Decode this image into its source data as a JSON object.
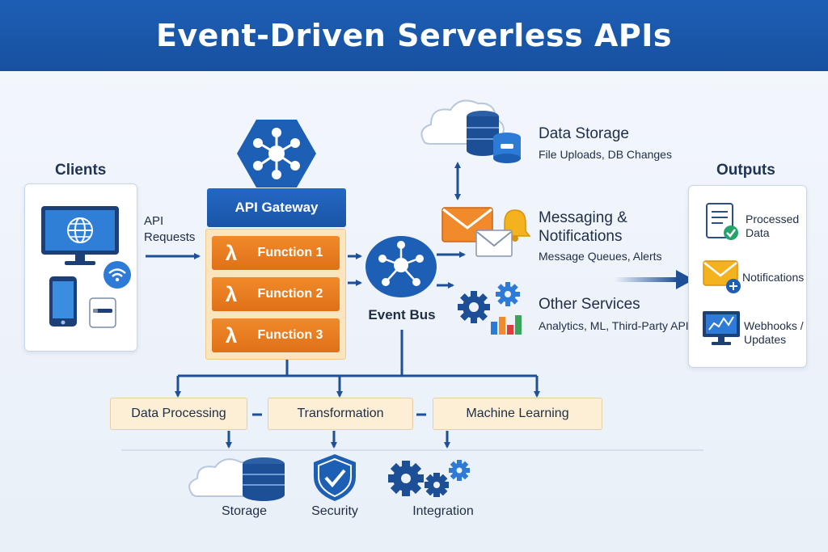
{
  "title": "Event-Driven Serverless APIs",
  "clients": {
    "heading": "Clients",
    "api_requests": "API\nRequests"
  },
  "gateway": {
    "label": "API Gateway",
    "functions": [
      "Function 1",
      "Function 2",
      "Function 3"
    ],
    "lambda_symbol": "λ"
  },
  "event_bus": {
    "label": "Event Bus"
  },
  "services": [
    {
      "title": "Data Storage",
      "subtitle": "File Uploads, DB Changes"
    },
    {
      "title": "Messaging &\nNotifications",
      "subtitle": "Message Queues, Alerts"
    },
    {
      "title": "Other Services",
      "subtitle": "Analytics, ML, Third-Party APIs"
    }
  ],
  "outputs": {
    "heading": "Outputs",
    "items": [
      "Processed\nData",
      "Notifications",
      "Webhooks /\nUpdates"
    ]
  },
  "processing": [
    "Data Processing",
    "Transformation",
    "Machine Learning"
  ],
  "bottom": [
    "Storage",
    "Security",
    "Integration"
  ],
  "colors": {
    "banner": "#1a57a8",
    "gateway_blue": "#1d5fb5",
    "function_orange": "#e97c20",
    "function_stack": "#fbe5bf",
    "process_box": "#fcefd5",
    "arrow": "#1f4f97"
  },
  "icons": [
    "api-gateway-hexagon-icon",
    "desktop-monitor-icon",
    "smartphone-icon",
    "wifi-icon",
    "card-reader-icon",
    "event-bus-icon",
    "cloud-database-icon",
    "envelope-icon",
    "bell-icon",
    "gears-icon",
    "bar-chart-icon",
    "document-check-icon",
    "envelope-plus-icon",
    "monitor-chart-icon",
    "shield-check-icon"
  ]
}
